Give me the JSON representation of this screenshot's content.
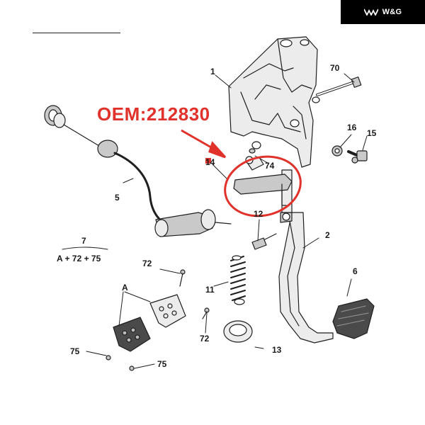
{
  "logo": {
    "text": "W&G",
    "icon": "w-chevrons-icon"
  },
  "oem_label": "OEM:212830",
  "colors": {
    "accent": "#e0322b",
    "line": "#1f1f1f",
    "fill_light": "#ececec",
    "fill_mid": "#c9c9c9",
    "fill_dark": "#4a4a4a"
  },
  "callouts": {
    "c1": "1",
    "c2": "2",
    "c5": "5",
    "c6": "6",
    "c7": "7",
    "c11": "11",
    "c12": "12",
    "c13": "13",
    "c14": "14",
    "c15": "15",
    "c16": "16",
    "c70": "70",
    "c72a": "72",
    "c72b": "72",
    "c74": "74",
    "c75a": "75",
    "c75b": "75",
    "cA": "A"
  },
  "kit_formula": "A + 72 + 75"
}
